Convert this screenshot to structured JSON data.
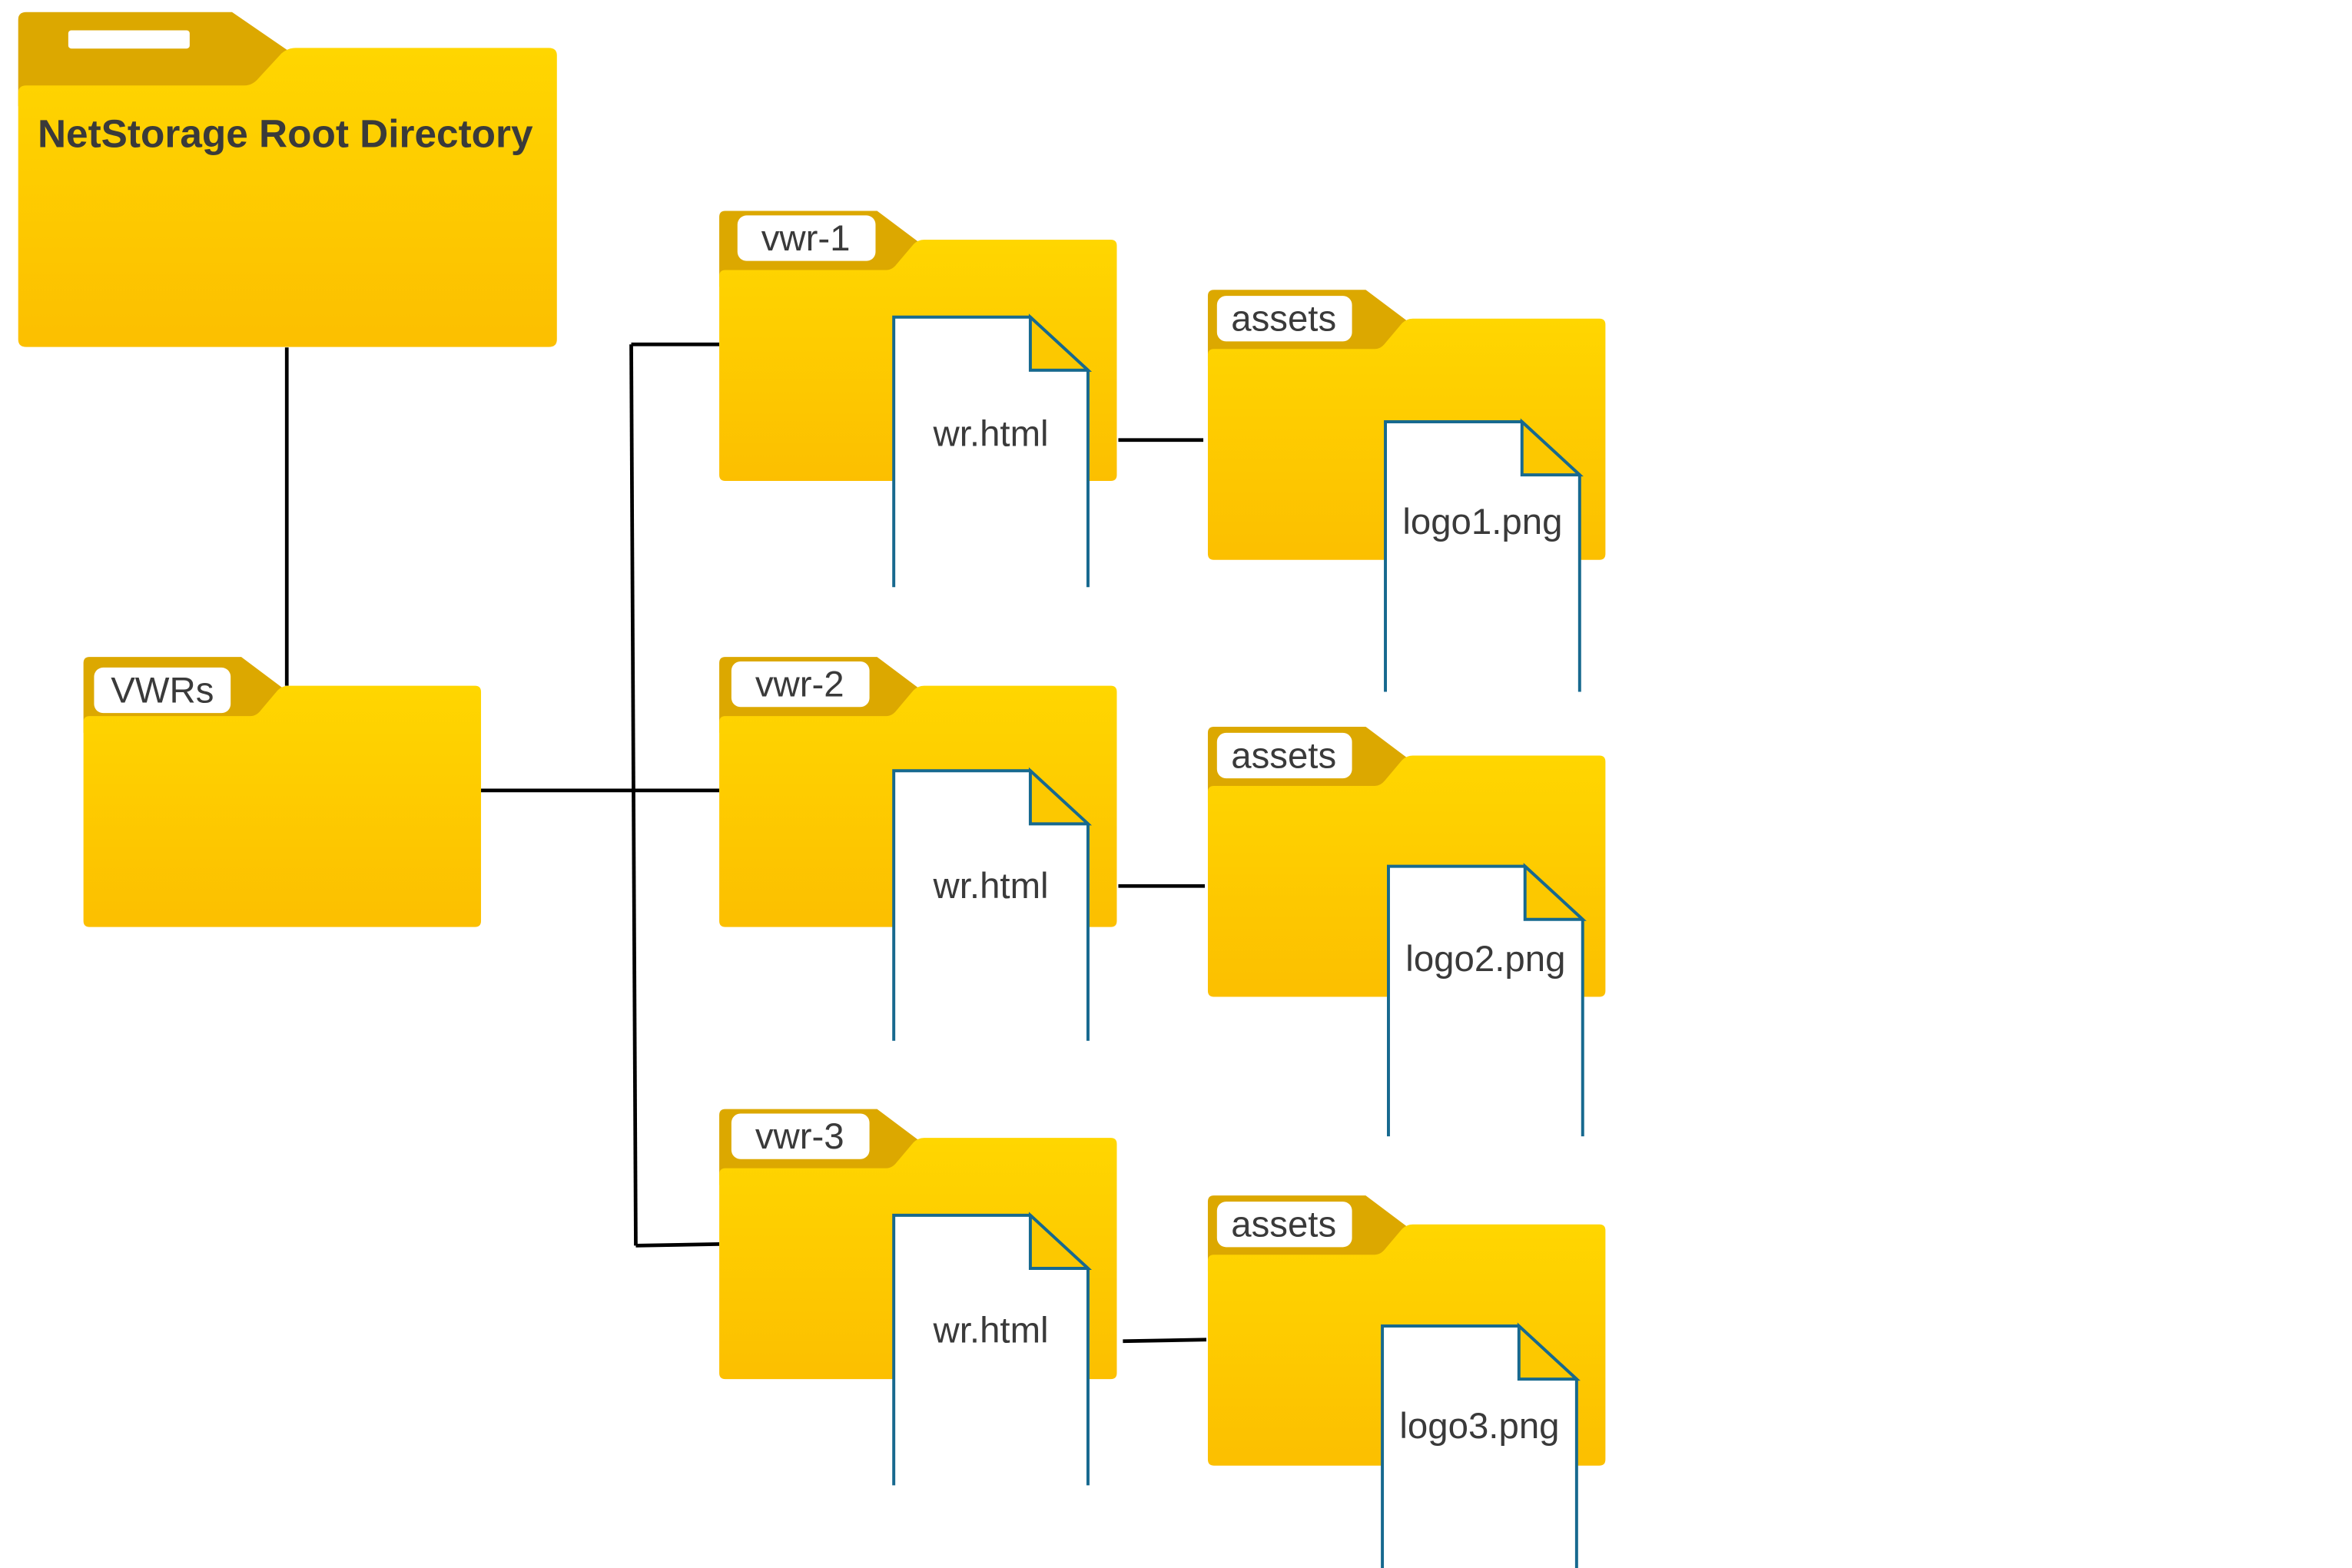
{
  "root": {
    "title": "NetStorage Root Directory"
  },
  "vwrs_folder": {
    "label": "VWRs"
  },
  "vwr_folders": [
    {
      "label": "vwr-1",
      "file": "wr.html",
      "assets_label": "assets",
      "asset_file": "logo1.png"
    },
    {
      "label": "vwr-2",
      "file": "wr.html",
      "assets_label": "assets",
      "asset_file": "logo2.png"
    },
    {
      "label": "vwr-3",
      "file": "wr.html",
      "assets_label": "assets",
      "asset_file": "logo3.png"
    }
  ],
  "colors": {
    "folder_back": "#dca800",
    "folder_front_top": "#ffd500",
    "folder_front_bottom": "#fcbf00",
    "file_stroke": "#17698f",
    "line": "#000000"
  }
}
